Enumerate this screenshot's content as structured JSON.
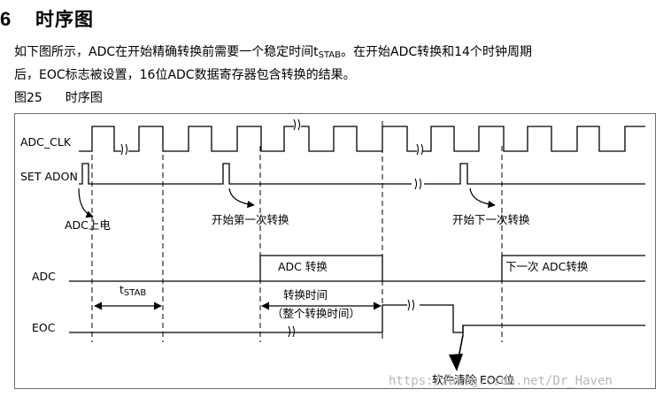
{
  "section": {
    "number": "6",
    "title": "时序图"
  },
  "paragraph": {
    "line1_a": "如下图所示，ADC在开始精确转换前需要一个稳定时间t",
    "line1_sub": "STAB",
    "line1_b": "。在开始ADC转换和14个时钟周期",
    "line2": "后，EOC标志被设置，16位ADC数据寄存器包含转换的结果。"
  },
  "figure": {
    "caption_label": "图25",
    "caption_title": "时序图",
    "signals": {
      "adc_clk": "ADC_CLK",
      "set_adon": "SET ADON",
      "adc": "ADC",
      "eoc": "EOC"
    },
    "annotations": {
      "adc_power_on": "ADC上电",
      "start_first_conversion": "开始第一次转换",
      "start_next_conversion": "开始下一次转换",
      "adc_conversion": "ADC 转换",
      "next_adc_conversion": "下一次 ADC转换",
      "tstab_t": "t",
      "tstab_sub": "STAB",
      "conversion_time": "转换时间",
      "full_conversion_time": "（整个转换时间）",
      "software_clear_eoc": "软件清除 EOC位"
    },
    "watermark": "https://blog.csdn.net/Dr_Haven"
  }
}
